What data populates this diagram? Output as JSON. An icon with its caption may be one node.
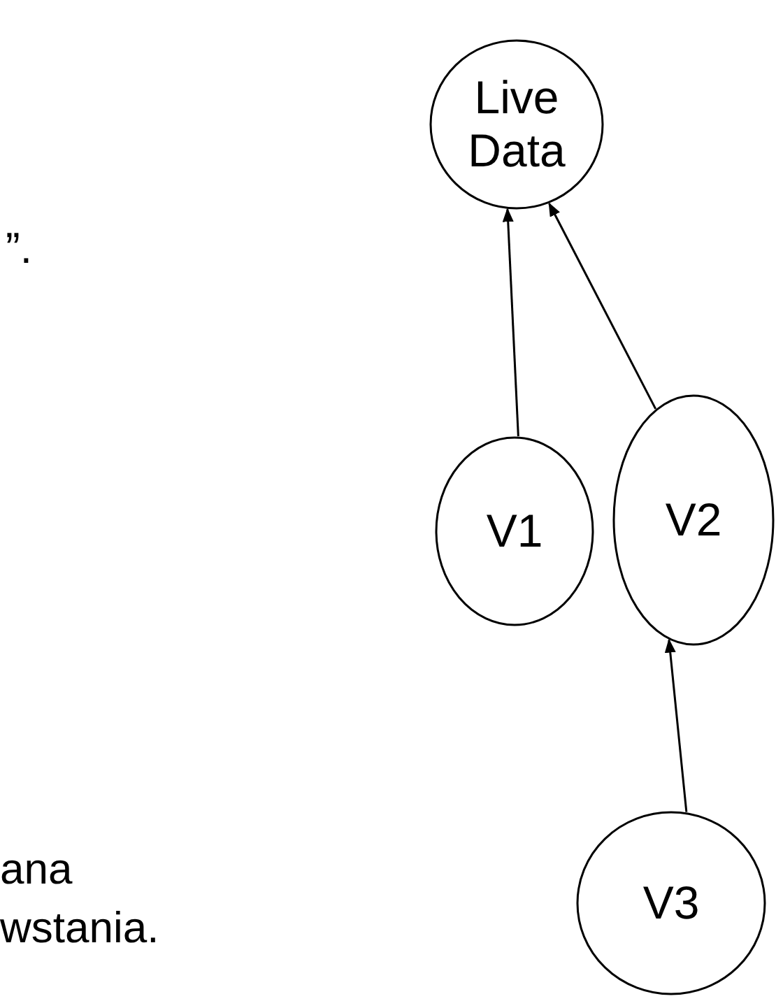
{
  "diagram": {
    "nodes": [
      {
        "text": [
          "Live Data"
        ]
      },
      {
        "text": [
          "V1"
        ]
      },
      {
        "text": [
          "V2"
        ]
      },
      {
        "text": [
          "V3"
        ]
      }
    ],
    "edges": [
      {
        "from": 1,
        "to": 0,
        "arrow": "to"
      },
      {
        "from": 2,
        "to": 0,
        "arrow": "to"
      },
      {
        "from": 3,
        "to": 2,
        "arrow": "to"
      }
    ],
    "labels": [
      "”.",
      "ana",
      "wstania."
    ]
  }
}
